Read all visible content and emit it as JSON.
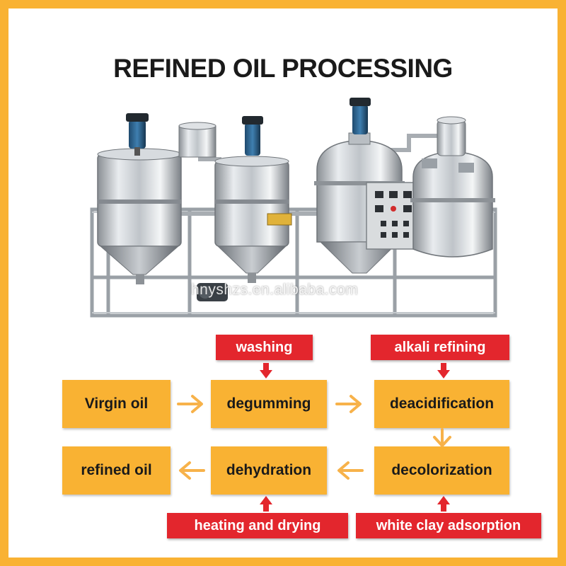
{
  "title": "REFINED OIL PROCESSING",
  "watermark": "hnyshzs.en.alibaba.com",
  "colors": {
    "frame": "#F9B233",
    "process_box": "#F9B233",
    "input_box": "#E3262D",
    "flow_arrow": "#F7B24A",
    "input_arrow": "#E3262D",
    "text_dark": "#1a1a1a"
  },
  "process_steps": {
    "virgin_oil": "Virgin oil",
    "degumming": "degumming",
    "deacidification": "deacidification",
    "decolorization": "decolorization",
    "dehydration": "dehydration",
    "refined_oil": "refined oil"
  },
  "process_inputs": {
    "washing": "washing",
    "alkali_refining": "alkali refining",
    "heating_and_drying": "heating and drying",
    "white_clay_adsorption": "white clay adsorption"
  }
}
